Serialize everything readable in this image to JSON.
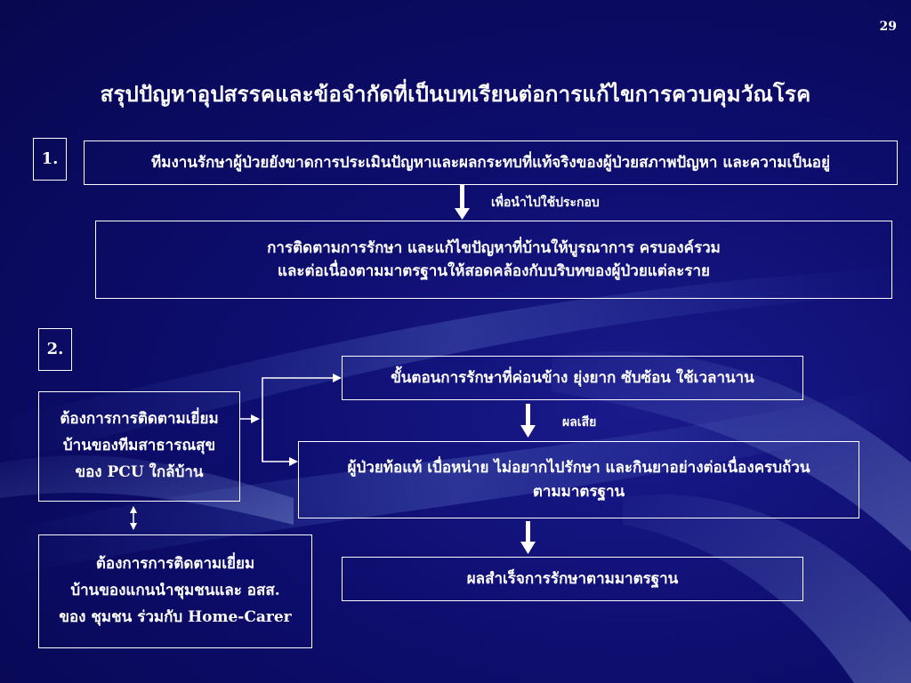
{
  "page_number": "29",
  "title": "สรุปปัญหาอุปสรรคและข้อจำกัดที่เป็นบทเรียนต่อการแก้ไขการควบคุมวัณโรค",
  "section1": {
    "number": "1.",
    "problem": "ทีมงานรักษาผู้ป่วยยังขาดการประเมินปัญหาและผลกระทบที่แท้จริงของผู้ป่วยสภาพปัญหา และความเป็นอยู่",
    "arrow_label": "เพื่อนำไปใช้ประกอบ",
    "result_line1": "การติดตามการรักษา และแก้ไขปัญหาที่บ้านให้บูรณาการ ครบองค์รวม",
    "result_line2": "และต่อเนื่องตามมาตรฐานให้สอดคล้องกับบริบทของผู้ป่วยแต่ละราย"
  },
  "section2": {
    "number": "2.",
    "need_pcu_line1": "ต้องการการติดตามเยี่ยม",
    "need_pcu_line2": "บ้านของทีมสาธารณสุข",
    "need_pcu_line3": "ของ PCU ใกล้บ้าน",
    "need_community_line1": "ต้องการการติดตามเยี่ยม",
    "need_community_line2": "บ้านของแกนนำชุมชนและ อสส.",
    "need_community_line3": "ของ ชุมชน ร่วมกับ Home-Carer",
    "process": "ขั้นตอนการรักษาที่ค่อนข้าง ยุ่งยาก ซับซ้อน ใช้เวลานาน",
    "arrow_label": "ผลเสีย",
    "patient_line1": "ผู้ป่วยท้อแท้ เบื่อหน่าย ไม่อยากไปรักษา และกินยาอย่างต่อเนื่องครบถ้วน",
    "patient_line2": "ตามมาตรฐาน",
    "outcome": "ผลสำเร็จการรักษาตามมาตรฐาน"
  }
}
